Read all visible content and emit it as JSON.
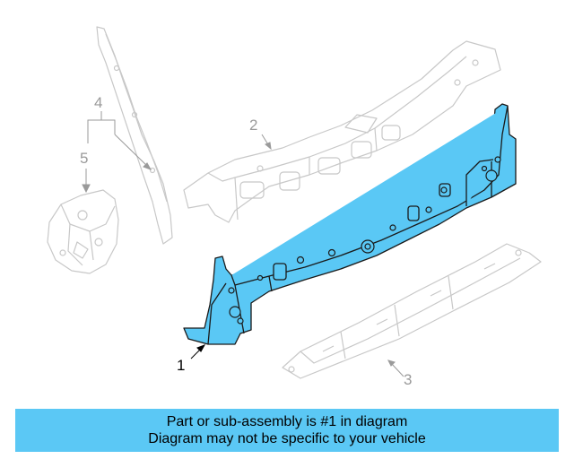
{
  "colors": {
    "highlight_fill": "#5ac8f5",
    "highlight_stroke": "#1a1a1a",
    "ghost_stroke": "#c8c8c8",
    "callout_dim": "#9a9a9a",
    "banner_background": "#5bc8f5"
  },
  "callouts": {
    "part_1": "1",
    "part_2": "2",
    "part_3": "3",
    "part_4": "4",
    "part_5": "5"
  },
  "banner": {
    "line1": "Part or sub-assembly is #1 in diagram",
    "line2": "Diagram may not be specific to your vehicle"
  }
}
